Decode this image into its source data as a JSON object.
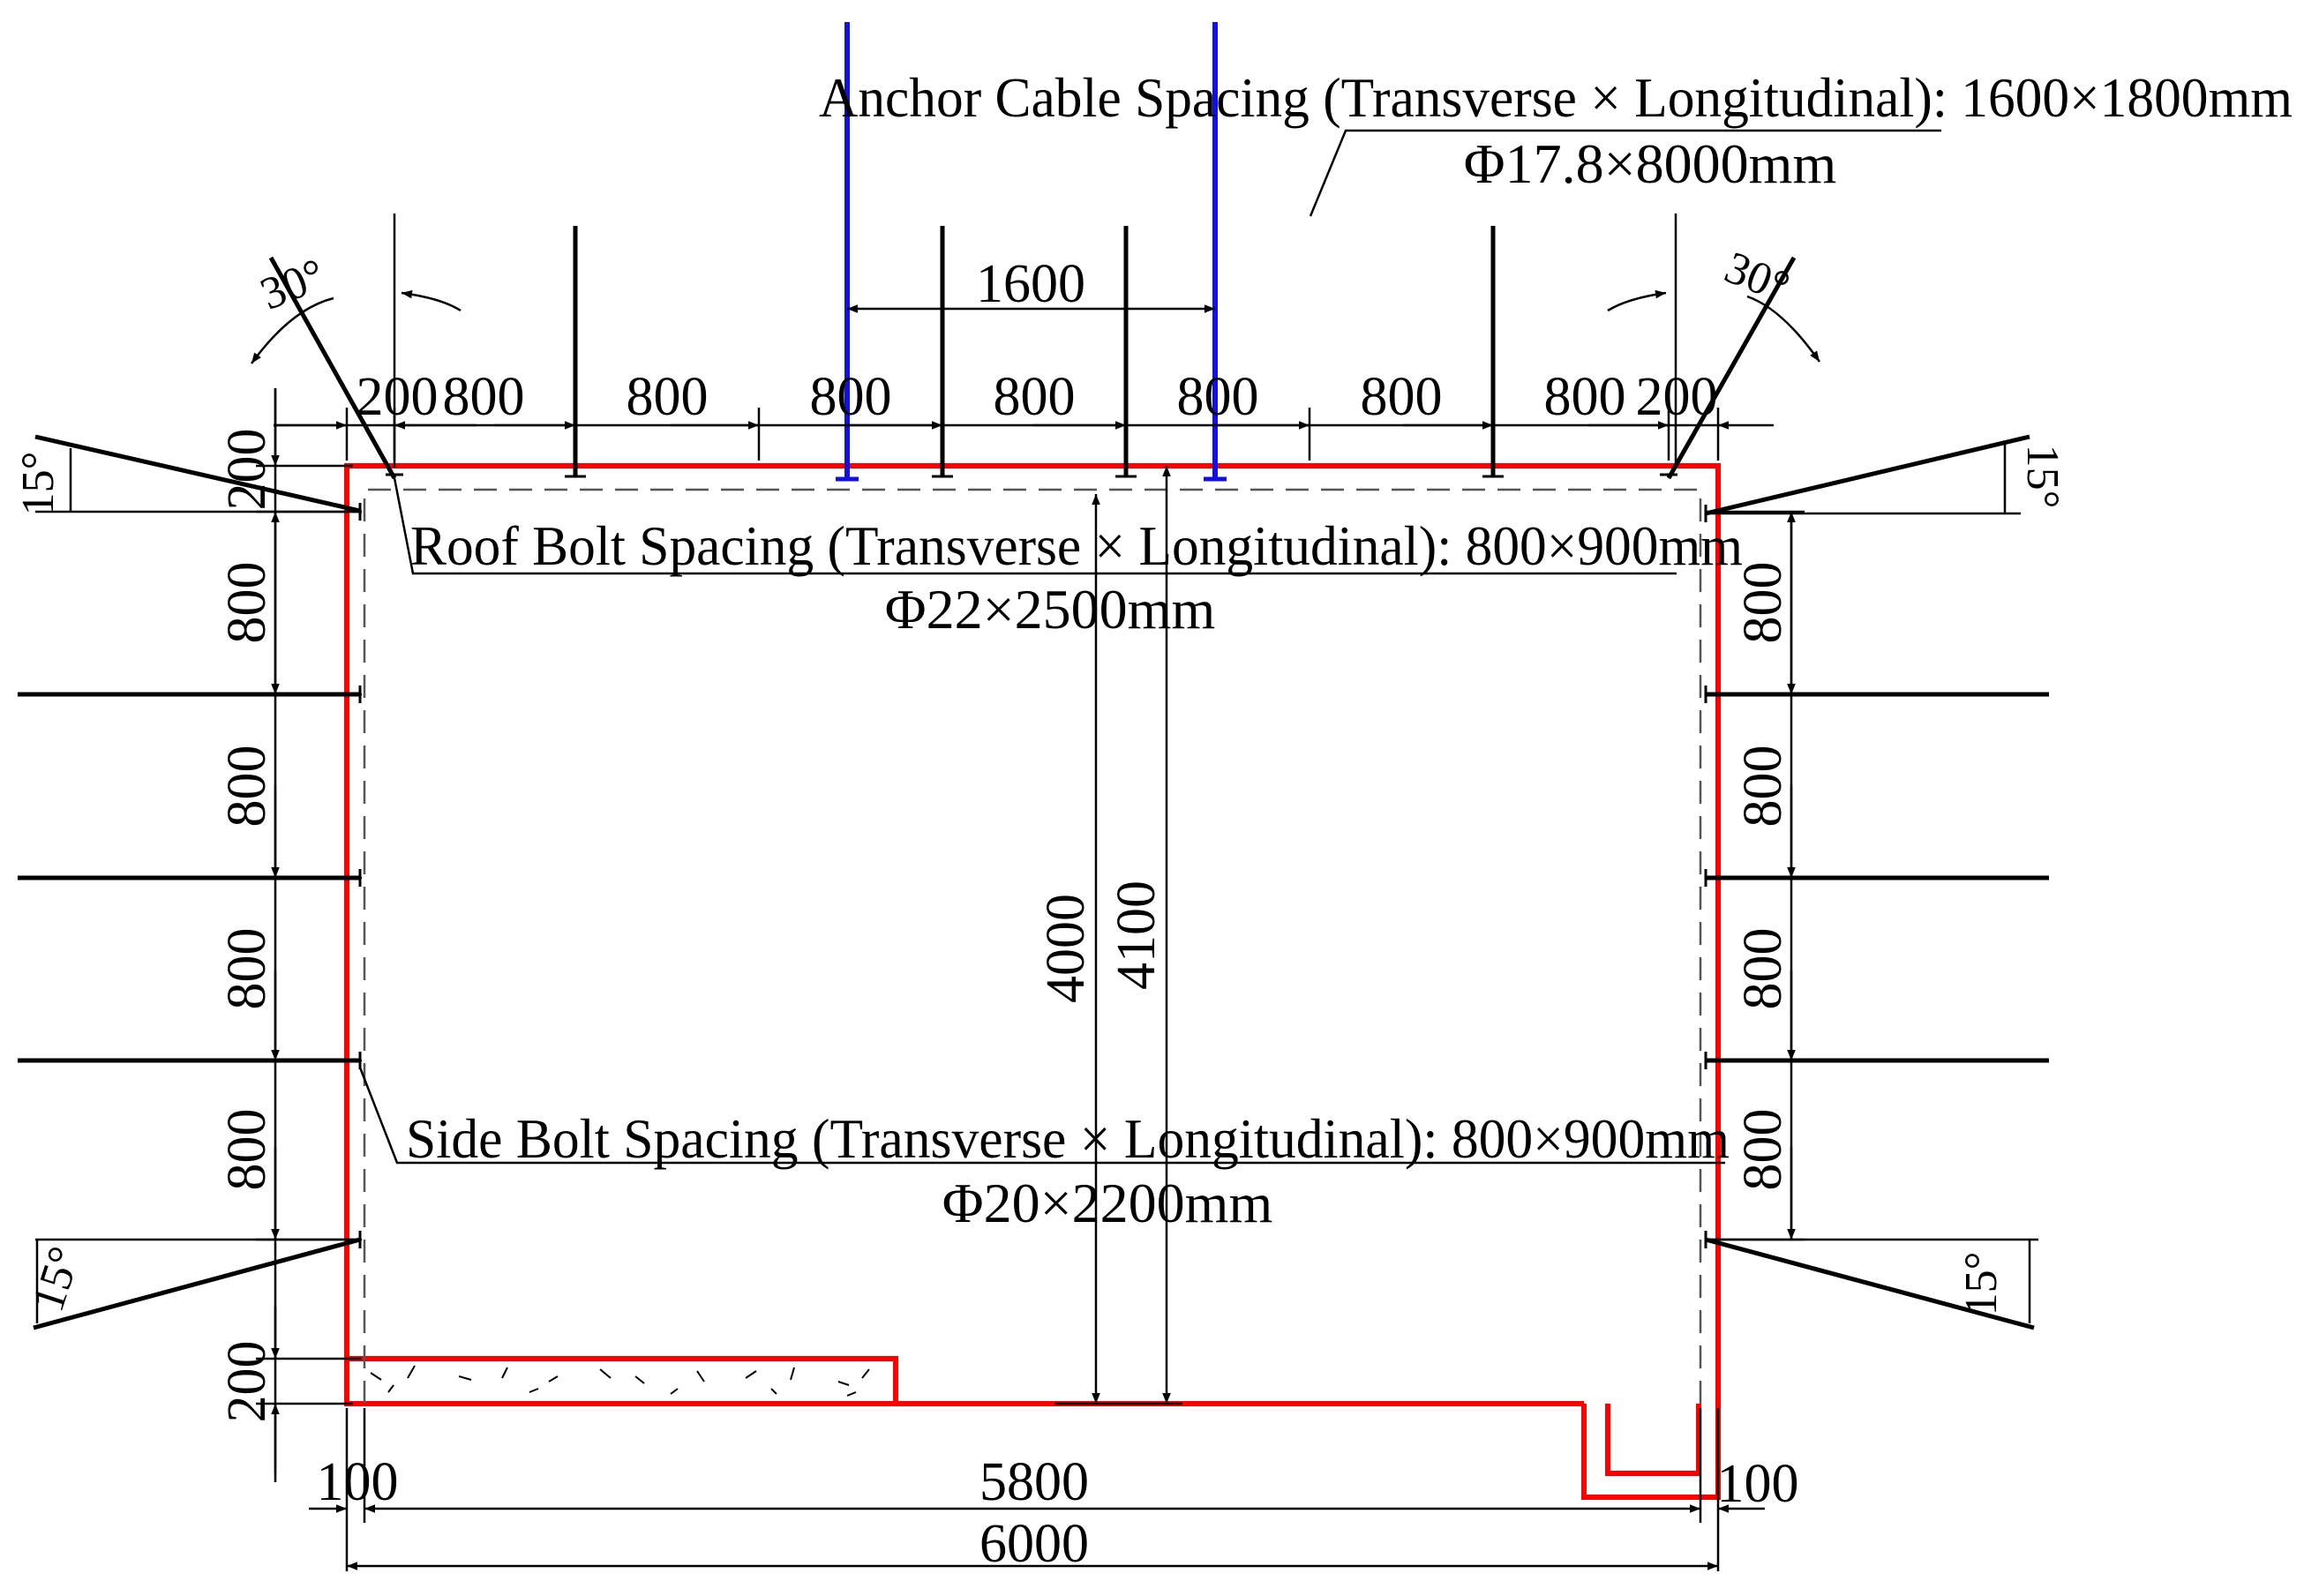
{
  "annotations": {
    "anchor_cable_spacing": "Anchor Cable Spacing (Transverse × Longitudinal): 1600×1800mm",
    "anchor_cable_spec": "Φ17.8×8000mm",
    "roof_bolt_spacing": "Roof Bolt Spacing (Transverse × Longitudinal): 800×900mm",
    "roof_bolt_spec": "Φ22×2500mm",
    "side_bolt_spacing": "Side Bolt Spacing (Transverse × Longitudinal): 800×900mm",
    "side_bolt_spec": "Φ20×2200mm"
  },
  "angles": {
    "top_left": "30°",
    "top_right": "30°",
    "upper_left": "15°",
    "upper_right": "15°",
    "lower_left": "15°",
    "lower_right": "15°"
  },
  "dimensions": {
    "cable_spacing": "1600",
    "top_row": [
      "200",
      "800",
      "800",
      "800",
      "800",
      "800",
      "800",
      "800",
      "200"
    ],
    "left_top": "200",
    "left_column": [
      "800",
      "800",
      "800",
      "800"
    ],
    "left_bottom": "200",
    "right_column": [
      "800",
      "800",
      "800",
      "800"
    ],
    "height_inner": "4000",
    "height_outer": "4100",
    "bottom_left_offset": "100",
    "bottom_right_offset": "100",
    "inner_width": "5800",
    "outer_width": "6000"
  },
  "colors": {
    "support_outline": "#ff0000",
    "anchor_cable": "#1010e0",
    "bolts_and_dimensions": "#000000"
  }
}
